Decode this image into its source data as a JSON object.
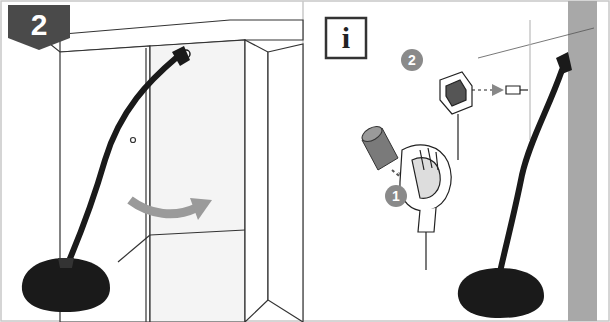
{
  "diagram": {
    "labels": [
      "2",
      "i",
      "1",
      "2"
    ]
  }
}
